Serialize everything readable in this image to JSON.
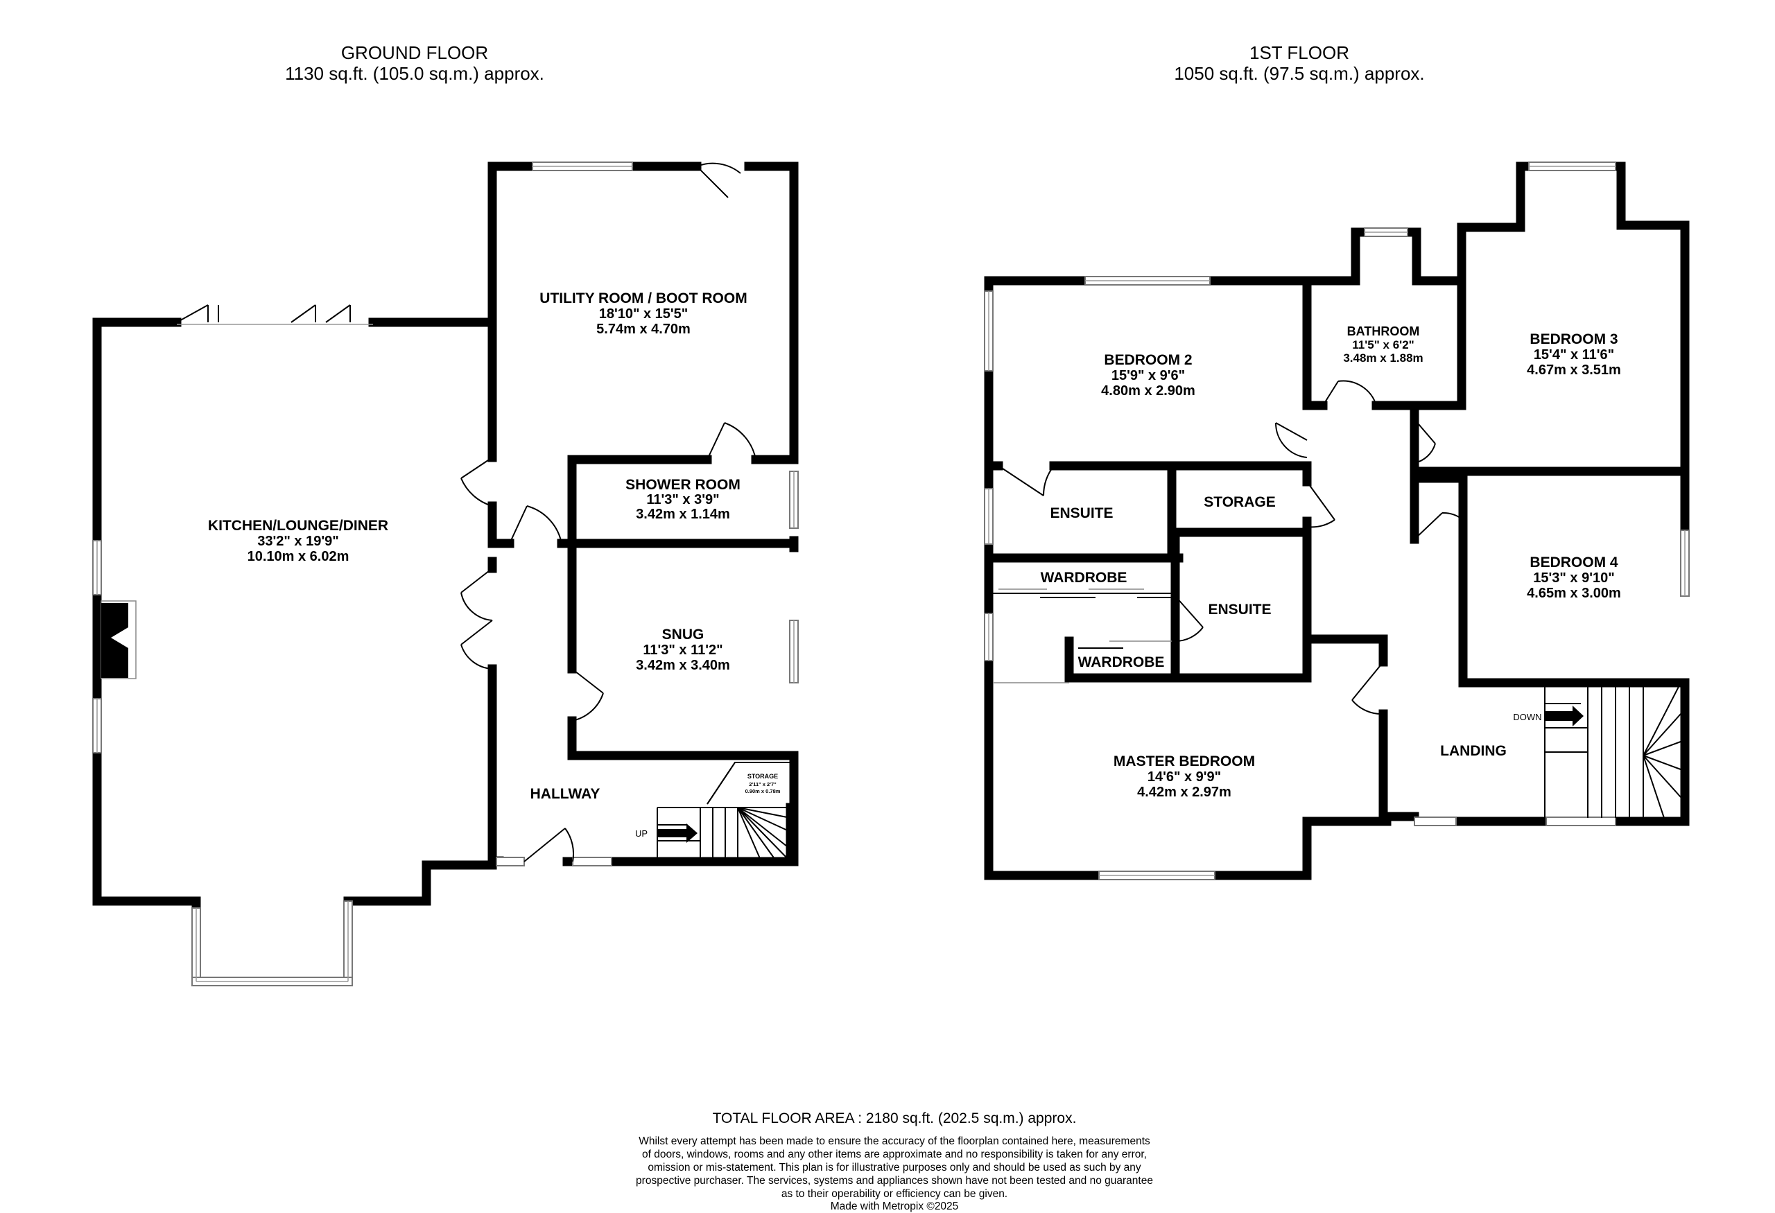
{
  "ground_floor": {
    "title": "GROUND FLOOR",
    "area": "1130 sq.ft. (105.0 sq.m.) approx.",
    "rooms": {
      "kitchen": {
        "name": "KITCHEN/LOUNGE/DINER",
        "imperial": "33'2\" x 19'9\"",
        "metric": "10.10m x 6.02m"
      },
      "utility": {
        "name": "UTILITY ROOM / BOOT ROOM",
        "imperial": "18'10\" x 15'5\"",
        "metric": "5.74m x 4.70m"
      },
      "shower": {
        "name": "SHOWER ROOM",
        "imperial": "11'3\" x 3'9\"",
        "metric": "3.42m x 1.14m"
      },
      "snug": {
        "name": "SNUG",
        "imperial": "11'3\" x 11'2\"",
        "metric": "3.42m x 3.40m"
      },
      "storage": {
        "name": "STORAGE",
        "imperial": "2'11\" x 2'7\"",
        "metric": "0.90m x 0.78m"
      },
      "hallway": {
        "name": "HALLWAY"
      }
    },
    "stairs_label": "UP"
  },
  "first_floor": {
    "title": "1ST FLOOR",
    "area": "1050 sq.ft. (97.5 sq.m.) approx.",
    "rooms": {
      "bedroom2": {
        "name": "BEDROOM 2",
        "imperial": "15'9\" x 9'6\"",
        "metric": "4.80m x 2.90m"
      },
      "bathroom": {
        "name": "BATHROOM",
        "imperial": "11'5\" x 6'2\"",
        "metric": "3.48m x 1.88m"
      },
      "bedroom3": {
        "name": "BEDROOM 3",
        "imperial": "15'4\" x 11'6\"",
        "metric": "4.67m x 3.51m"
      },
      "bedroom4": {
        "name": "BEDROOM 4",
        "imperial": "15'3\" x 9'10\"",
        "metric": "4.65m x 3.00m"
      },
      "master": {
        "name": "MASTER BEDROOM",
        "imperial": "14'6\" x 9'9\"",
        "metric": "4.42m x 2.97m"
      },
      "ensuite1": {
        "name": "ENSUITE"
      },
      "ensuite2": {
        "name": "ENSUITE"
      },
      "storage": {
        "name": "STORAGE"
      },
      "wardrobe1": {
        "name": "WARDROBE"
      },
      "wardrobe2": {
        "name": "WARDROBE"
      },
      "landing": {
        "name": "LANDING"
      }
    },
    "stairs_label": "DOWN"
  },
  "footer": {
    "total": "TOTAL FLOOR AREA : 2180 sq.ft. (202.5 sq.m.) approx.",
    "disclaimer": [
      "Whilst every attempt has been made to ensure the accuracy of the floorplan contained here, measurements",
      "of doors, windows, rooms and any other items are approximate and no responsibility is taken for any error,",
      "omission or mis-statement. This plan is for illustrative purposes only and should be used as such by any",
      "prospective purchaser. The services, systems and appliances shown have not been tested and no guarantee",
      "as to their operability or efficiency can be given."
    ],
    "credit": "Made with Metropix ©2025"
  }
}
